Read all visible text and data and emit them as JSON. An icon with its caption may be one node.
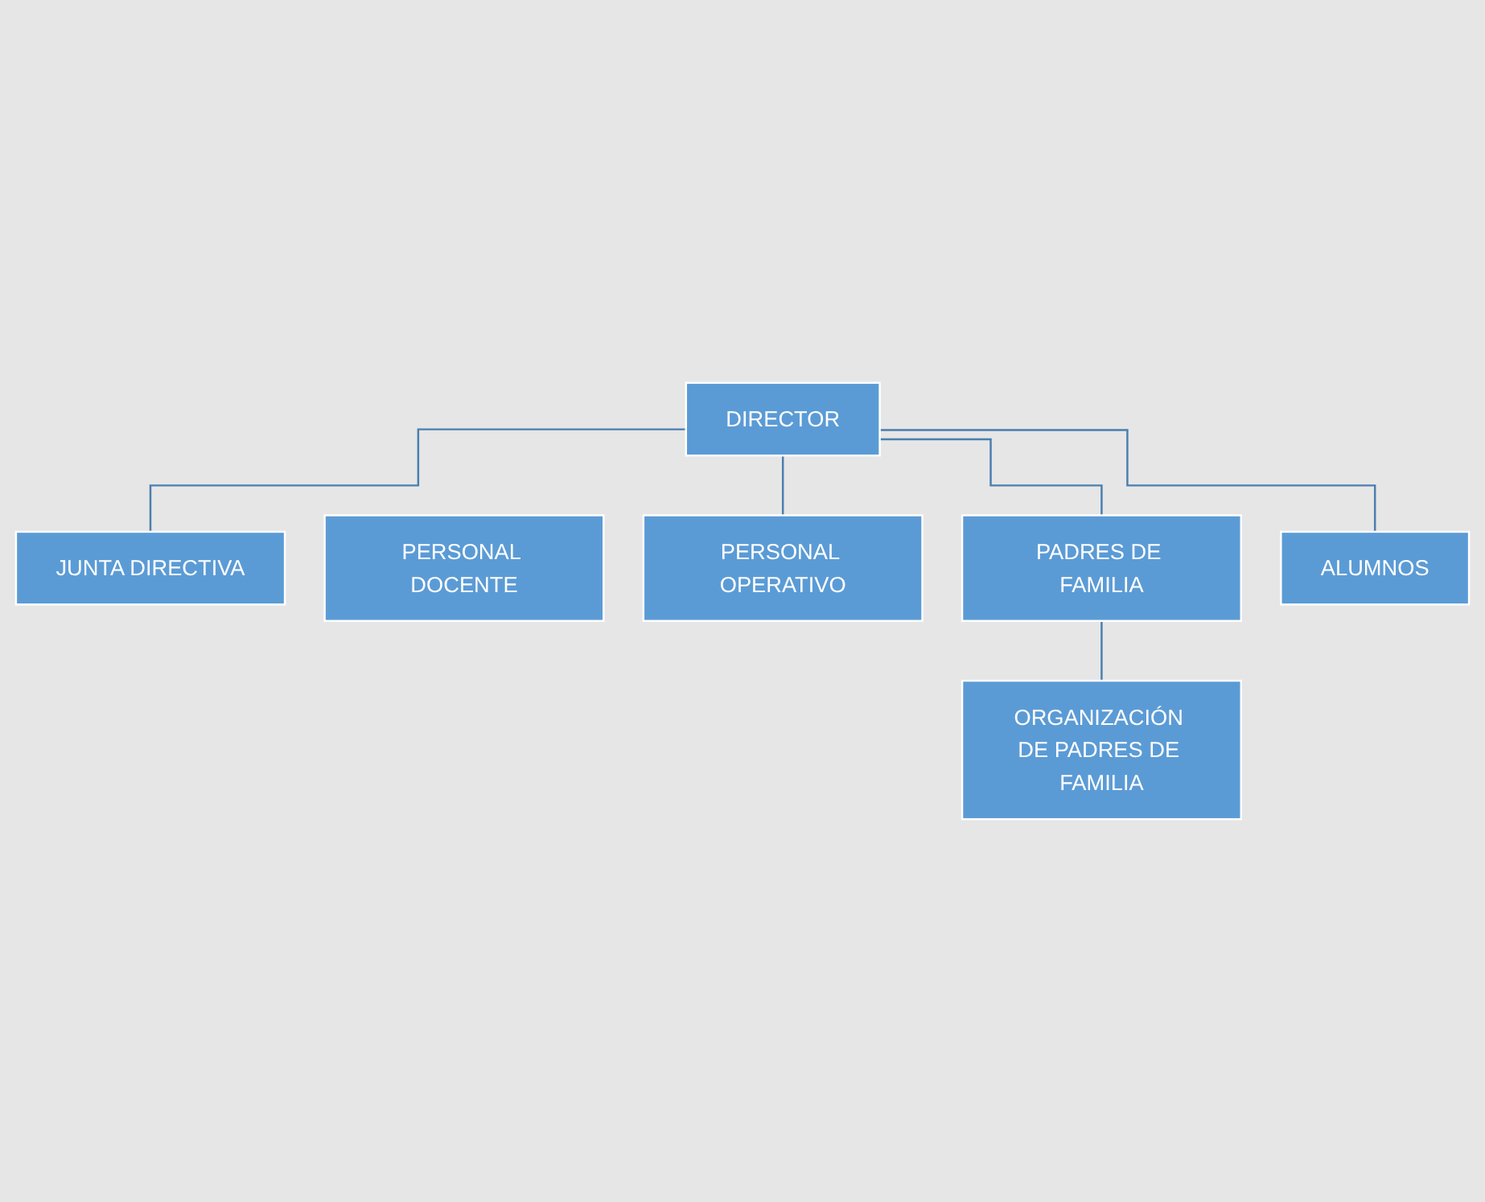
{
  "diagram": {
    "nodes": [
      {
        "text": [
          "DIRECTOR"
        ]
      },
      {
        "text": [
          "JUNTA DIRECTIVA"
        ]
      },
      {
        "text": [
          "PERSONAL DOCENTE"
        ]
      },
      {
        "text": [
          "PERSONAL OPERATIVO"
        ]
      },
      {
        "text": [
          "PADRES DE FAMILIA"
        ]
      },
      {
        "text": [
          "ALUMNOS"
        ]
      },
      {
        "text": [
          "ORGANIZACIÓN DE PADRES DE FAMILIA"
        ]
      }
    ],
    "edges": [
      {
        "from": 0,
        "to": 1,
        "arrow": "none"
      },
      {
        "from": 0,
        "to": 3,
        "arrow": "none"
      },
      {
        "from": 0,
        "to": 4,
        "arrow": "none"
      },
      {
        "from": 0,
        "to": 5,
        "arrow": "none"
      },
      {
        "from": 4,
        "to": 6,
        "arrow": "none"
      }
    ]
  }
}
